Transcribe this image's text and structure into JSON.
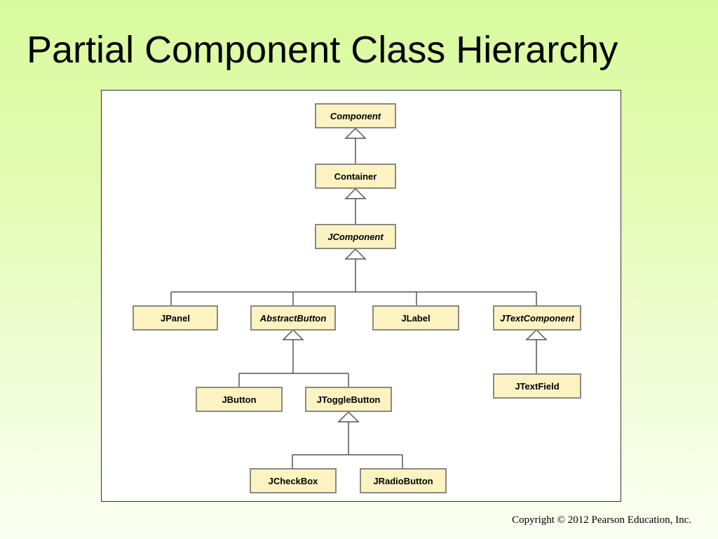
{
  "slide": {
    "title": "Partial Component Class Hierarchy",
    "copyright": "Copyright © 2012 Pearson Education, Inc."
  },
  "diagram": {
    "classes": {
      "component": "Component",
      "container": "Container",
      "jcomponent": "JComponent",
      "jpanel": "JPanel",
      "abstract_button": "AbstractButton",
      "jlabel": "JLabel",
      "jtext_component": "JTextComponent",
      "jbutton": "JButton",
      "jtoggle_button": "JToggleButton",
      "jtext_field": "JTextField",
      "jcheck_box": "JCheckBox",
      "jradio_button": "JRadioButton"
    },
    "colors": {
      "box_fill": "#fdf3c2",
      "box_border": "#8a8a80",
      "line": "#555555"
    }
  }
}
